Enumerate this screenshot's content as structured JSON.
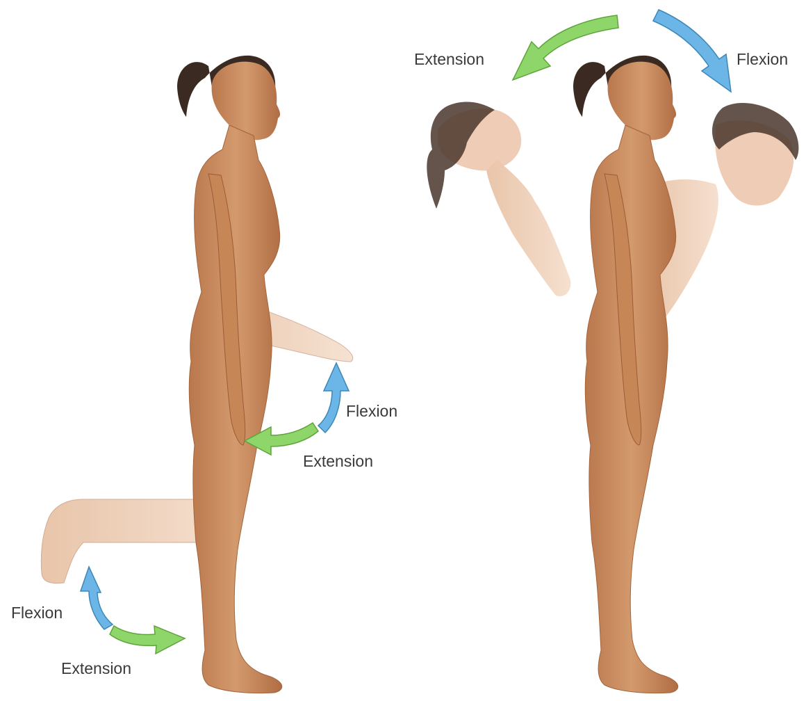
{
  "labels": {
    "arm_flexion": "Flexion",
    "arm_extension": "Extension",
    "leg_flexion": "Flexion",
    "leg_extension": "Extension",
    "trunk_extension": "Extension",
    "trunk_flexion": "Flexion"
  },
  "colors": {
    "flexion_arrow": "#6bb6e6",
    "extension_arrow": "#8ed66a",
    "skin": "#c98a5e",
    "skin_ghost": "#e8c3a6",
    "hair": "#3b2a22"
  }
}
